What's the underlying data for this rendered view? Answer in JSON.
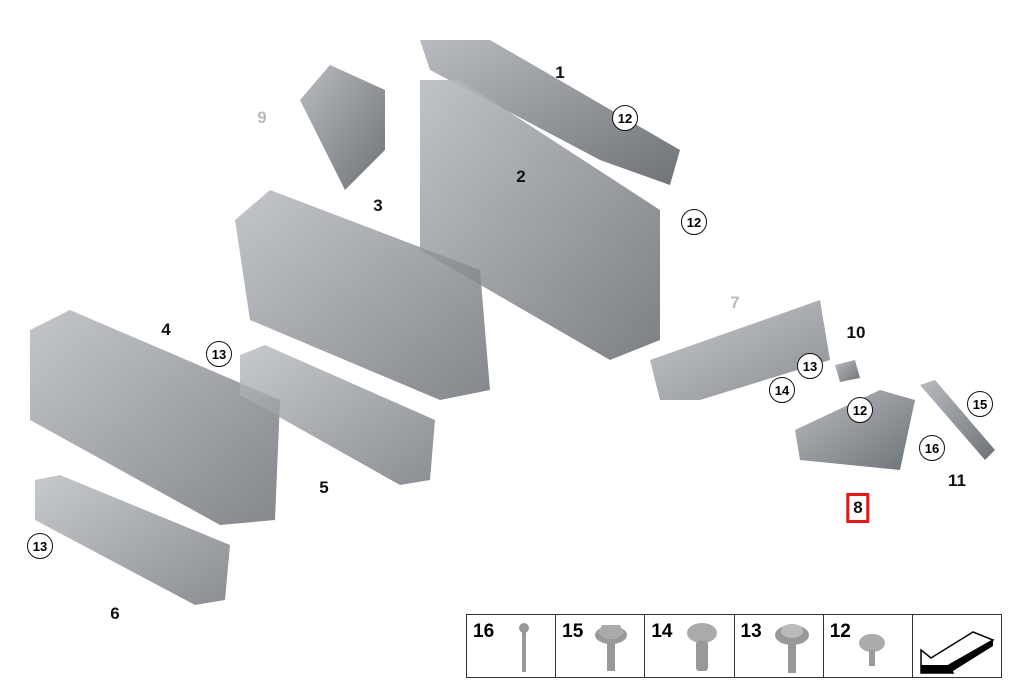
{
  "callouts": [
    {
      "text": "1",
      "style": "plain"
    },
    {
      "text": "12",
      "style": "circle"
    },
    {
      "text": "2",
      "style": "plain"
    },
    {
      "text": "12",
      "style": "circle"
    },
    {
      "text": "9",
      "style": "grey"
    },
    {
      "text": "3",
      "style": "plain"
    },
    {
      "text": "4",
      "style": "plain"
    },
    {
      "text": "13",
      "style": "circle"
    },
    {
      "text": "7",
      "style": "grey"
    },
    {
      "text": "10",
      "style": "plain"
    },
    {
      "text": "13",
      "style": "circle"
    },
    {
      "text": "14",
      "style": "circle"
    },
    {
      "text": "12",
      "style": "circle"
    },
    {
      "text": "15",
      "style": "circle"
    },
    {
      "text": "16",
      "style": "circle"
    },
    {
      "text": "11",
      "style": "plain"
    },
    {
      "text": "8",
      "style": "highlighted"
    },
    {
      "text": "5",
      "style": "plain"
    },
    {
      "text": "13",
      "style": "circle"
    },
    {
      "text": "6",
      "style": "plain"
    }
  ],
  "legend": [
    {
      "label": "16",
      "icon": "pin-bolt-icon"
    },
    {
      "label": "15",
      "icon": "hex-flange-bolt-icon"
    },
    {
      "label": "14",
      "icon": "button-head-screw-icon"
    },
    {
      "label": "13",
      "icon": "washer-screw-icon"
    },
    {
      "label": "12",
      "icon": "small-washer-screw-icon"
    },
    {
      "label": "",
      "icon": "direction-arrow-icon"
    }
  ],
  "colors": {
    "highlight": "#e01818",
    "part": "#8a8f94"
  }
}
